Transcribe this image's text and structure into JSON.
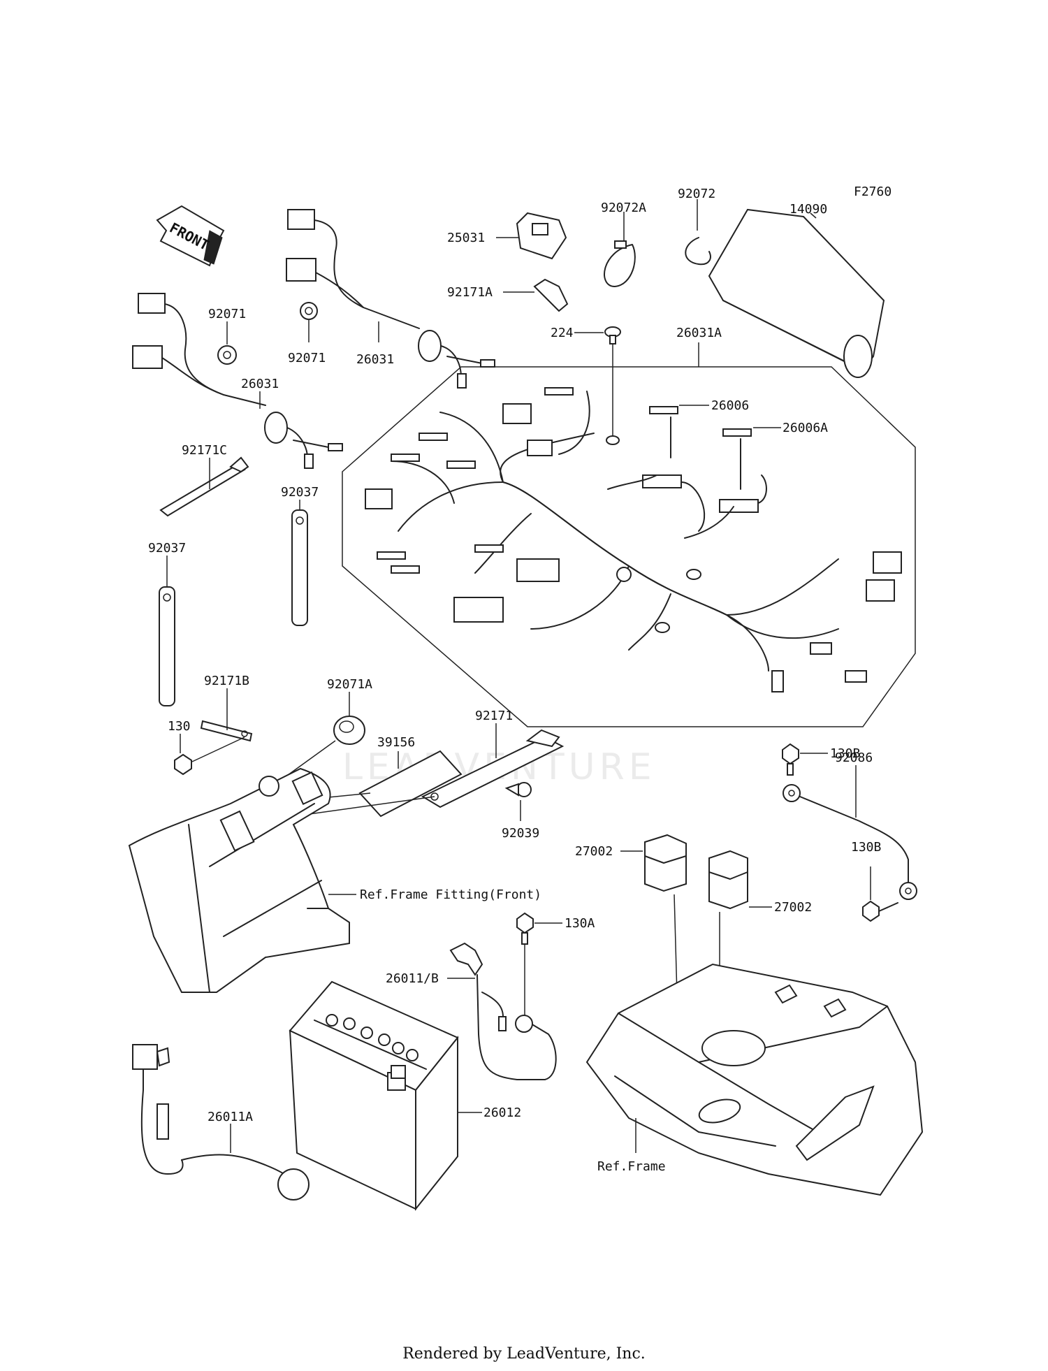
{
  "diagram_code": "F2760",
  "front_badge": "FRONT",
  "watermark": "LEADVENTURE",
  "footer": "Rendered by LeadVenture, Inc.",
  "labels": {
    "p14090": "14090",
    "p92072": "92072",
    "p92072A": "92072A",
    "p25031": "25031",
    "p92171A": "92171A",
    "p224": "224",
    "p26031A": "26031A",
    "p26006": "26006",
    "p26006A": "26006A",
    "p92071_a": "92071",
    "p92071_b": "92071",
    "p26031_a": "26031",
    "p26031_b": "26031",
    "p92171C": "92171C",
    "p92037_a": "92037",
    "p92037_b": "92037",
    "p92071A": "92071A",
    "p92171B": "92171B",
    "p130": "130",
    "p39156": "39156",
    "p92171": "92171",
    "p92039": "92039",
    "p130B_a": "130B",
    "p92086": "92086",
    "p130B_b": "130B",
    "p27002_a": "27002",
    "p27002_b": "27002",
    "ref_frame_front": "Ref.Frame Fitting(Front)",
    "p130A": "130A",
    "p26011B": "26011/B",
    "p26012": "26012",
    "p26011A": "26011A",
    "ref_frame": "Ref.Frame"
  }
}
